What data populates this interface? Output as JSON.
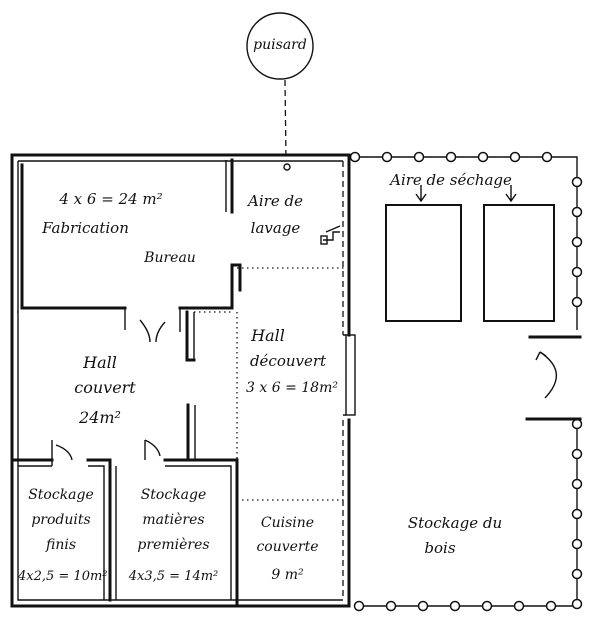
{
  "well": {
    "label": "puisard"
  },
  "rooms": {
    "fabrication": {
      "area": "4 x 6 = 24 m²",
      "name": "Fabrication"
    },
    "bureau": {
      "name": "Bureau"
    },
    "washing": {
      "line1": "Aire de",
      "line2": "lavage"
    },
    "drying": {
      "name": "Aire de séchage"
    },
    "hall_covered": {
      "line1": "Hall",
      "line2": "couvert",
      "area": "24m²"
    },
    "hall_open": {
      "line1": "Hall",
      "line2": "découvert",
      "area": "3 x 6 = 18m²"
    },
    "storage_finished": {
      "line1": "Stockage",
      "line2": "produits",
      "line3": "finis",
      "area": "4x2,5 = 10m²"
    },
    "storage_raw": {
      "line1": "Stockage",
      "line2": "matières",
      "line3": "premières",
      "area": "4x3,5 = 14m²"
    },
    "kitchen": {
      "line1": "Cuisine",
      "line2": "couverte",
      "area": "9 m²"
    },
    "wood_storage": {
      "line1": "Stockage du",
      "line2": "bois"
    }
  }
}
